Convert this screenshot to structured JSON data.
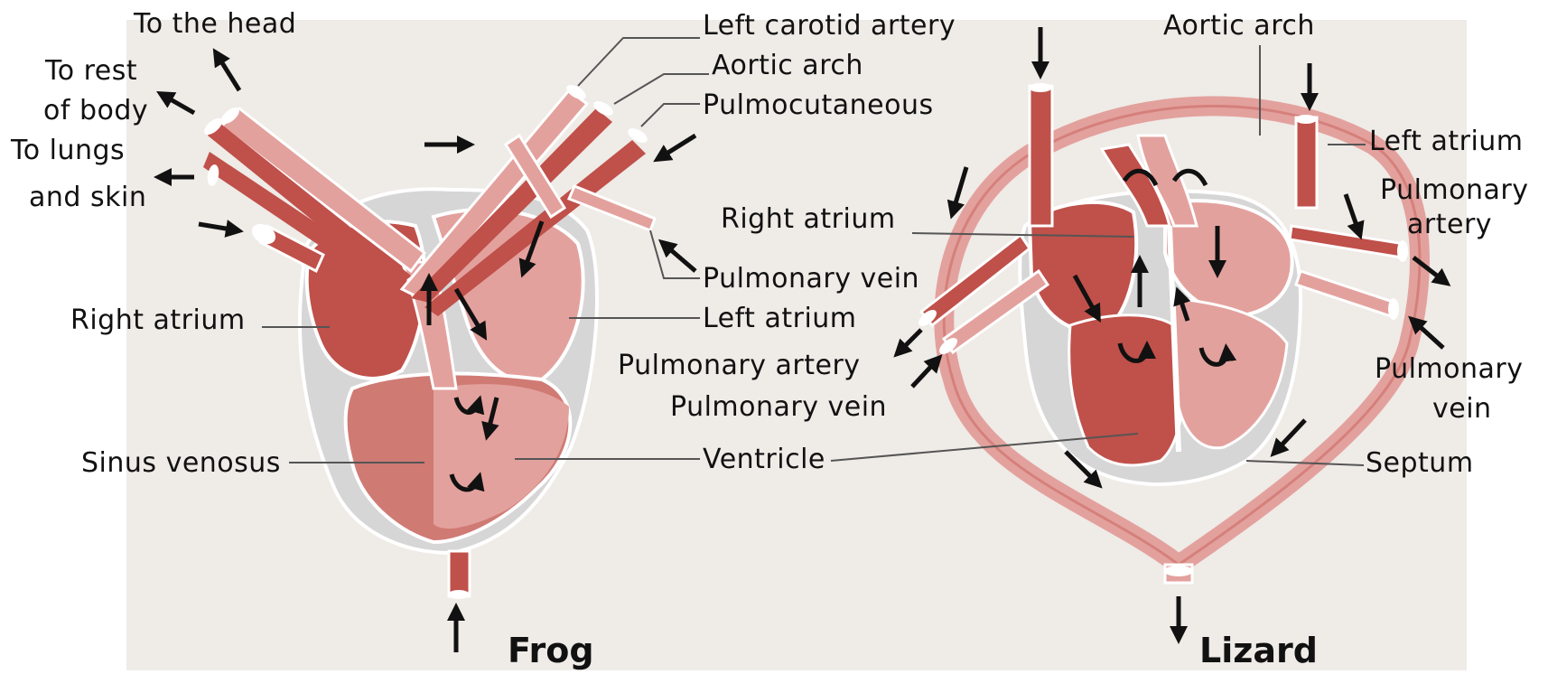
{
  "frog": {
    "title": "Frog",
    "labels": {
      "to_the_head": "To the head",
      "to_rest_line1": "To rest",
      "to_rest_line2": "of body",
      "to_lungs_line1": "To lungs",
      "to_lungs_line2": "and skin",
      "left_carotid_artery": "Left carotid artery",
      "aortic_arch": "Aortic arch",
      "pulmocutaneous": "Pulmocutaneous",
      "pulmonary_vein": "Pulmonary vein",
      "left_atrium": "Left atrium",
      "right_atrium": "Right atrium",
      "sinus_venosus": "Sinus venosus",
      "ventricle": "Ventricle"
    }
  },
  "lizard": {
    "title": "Lizard",
    "labels": {
      "aortic_arch": "Aortic arch",
      "left_atrium": "Left atrium",
      "pulmonary_artery_right_line1": "Pulmonary",
      "pulmonary_artery_right_line2": "artery",
      "right_atrium": "Right atrium",
      "pulmonary_artery_left": "Pulmonary artery",
      "pulmonary_vein_left": "Pulmonary vein",
      "pulmonary_vein_right_line1": "Pulmonary",
      "pulmonary_vein_right_line2": "vein",
      "septum": "Septum"
    }
  },
  "colors": {
    "background": "#efebe7",
    "deoxygenated": "#c0504a",
    "oxygenated": "#e3a19d",
    "mixed": "#d07a74",
    "wall": "#d4d4d4",
    "outline": "#ffffff",
    "arrow": "#111111"
  }
}
